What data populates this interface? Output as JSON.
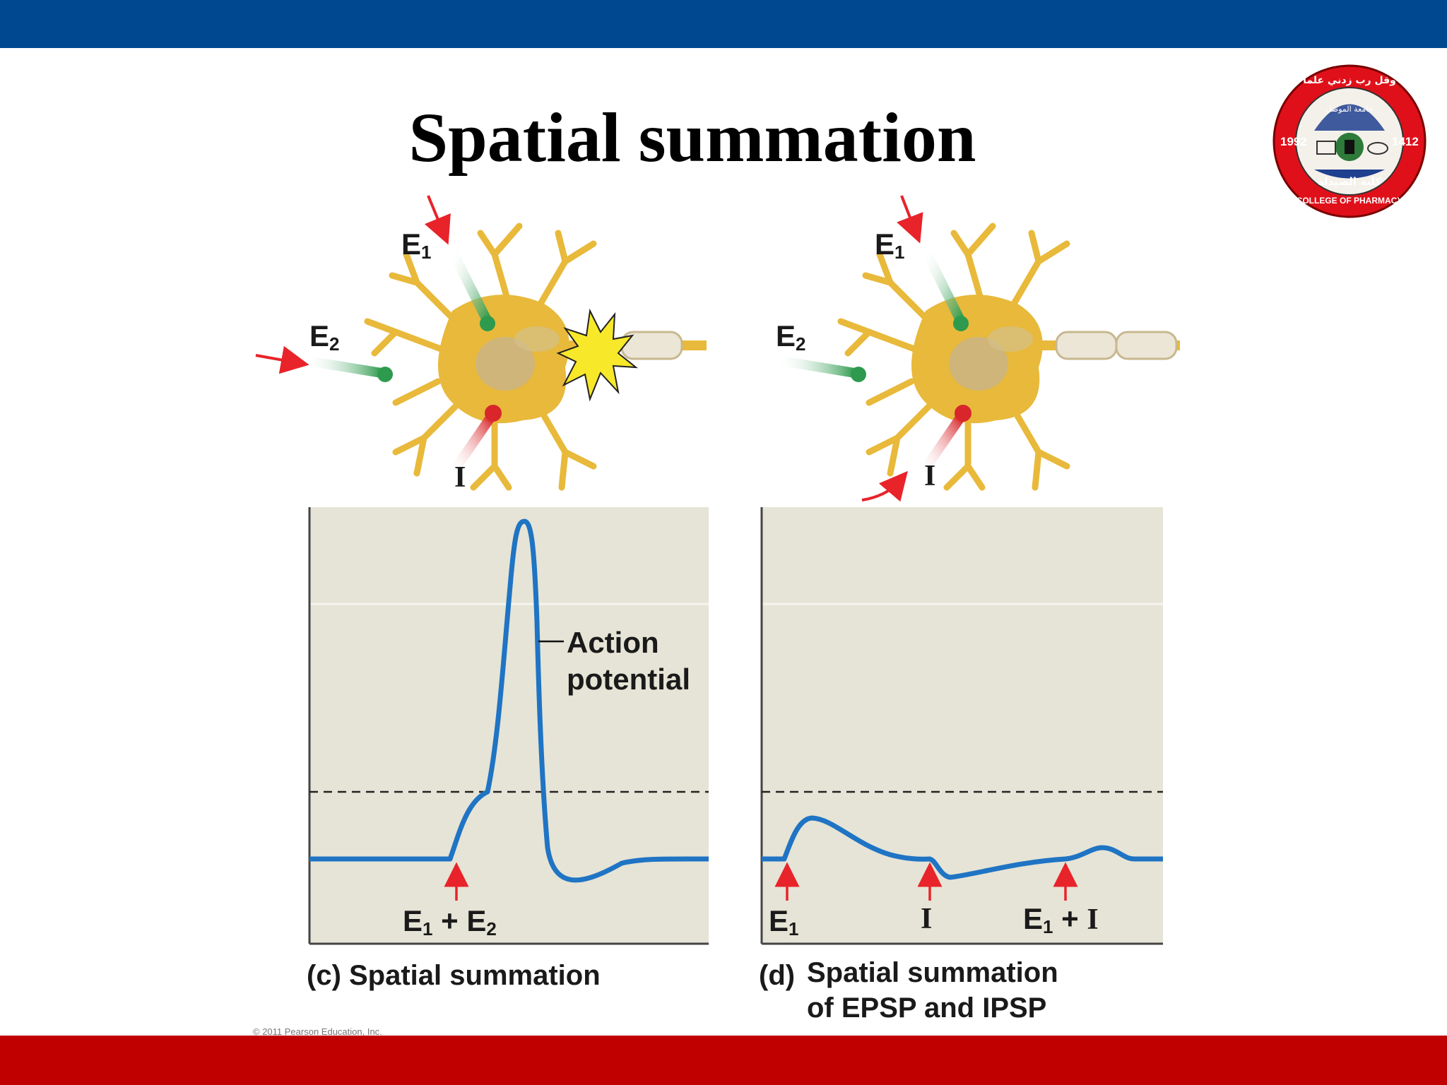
{
  "slide": {
    "title": "Spatial summation",
    "top_bar_color": "#004990",
    "bottom_bar_color": "#c00000"
  },
  "logo": {
    "year_left": "1992",
    "year_right": "1412",
    "text_arabic_top": "وقل رب زدني علما",
    "text_arabic_university": "جامعة الموصل",
    "text_arabic_college": "كلية الصيدلة",
    "text_english": "COLLEGE OF PHARMACY",
    "ring_color": "#e0101a"
  },
  "panel_c": {
    "labels": {
      "e1": {
        "main": "E",
        "sub": "1"
      },
      "e2": {
        "main": "E",
        "sub": "2"
      },
      "i": "I",
      "stimulus": {
        "e1": "E",
        "e1_sub": "1",
        "plus": "+",
        "e2": "E",
        "e2_sub": "2"
      }
    },
    "annotation_line1": "Action",
    "annotation_line2": "potential",
    "caption": "(c) Spatial summation"
  },
  "panel_d": {
    "labels": {
      "e1": {
        "main": "E",
        "sub": "1"
      },
      "e2": {
        "main": "E",
        "sub": "2"
      },
      "i": "I",
      "stim_e1": {
        "main": "E",
        "sub": "1"
      },
      "stim_i": "I",
      "stim_e1i": {
        "e1": "E",
        "e1_sub": "1",
        "plus": "+",
        "i": "I"
      }
    },
    "caption_prefix": "(d)",
    "caption_line1": "Spatial summation",
    "caption_line2": "of EPSP and IPSP"
  },
  "copyright": "© 2011 Pearson Education, Inc.",
  "colors": {
    "plot_bg": "#e6e4d6",
    "trace": "#1f74c4",
    "neuron": "#e8b93a",
    "excitatory": "#2e9a4e",
    "inhibitory": "#d8262b",
    "arrow": "#e8232a",
    "flash": "#f7e82a"
  }
}
